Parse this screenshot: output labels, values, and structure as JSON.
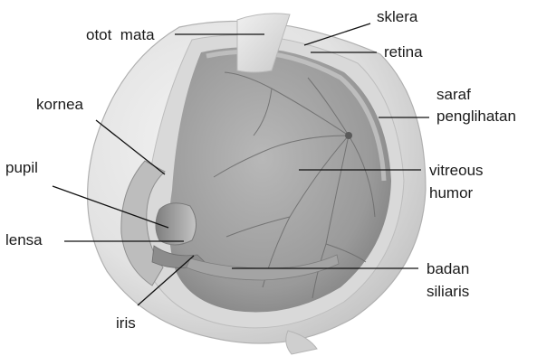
{
  "labels": {
    "otot_mata": "otot  mata",
    "sklera": "sklera",
    "retina": "retina",
    "saraf_line1": "saraf",
    "saraf_line2": "penglihatan",
    "kornea": "kornea",
    "pupil": "pupil",
    "vitreous_line1": "vitreous",
    "vitreous_line2": "humor",
    "lensa": "lensa",
    "badan_line1": "badan",
    "badan_line2": "siliaris",
    "iris": "iris"
  },
  "colors": {
    "label_text": "#1a1a1a",
    "leader_line": "#111111",
    "eyeball_interior": "#9d9d9d",
    "eye_outer_shell": "#e2e2e2",
    "blood_vessels": "#6b6b6b"
  }
}
